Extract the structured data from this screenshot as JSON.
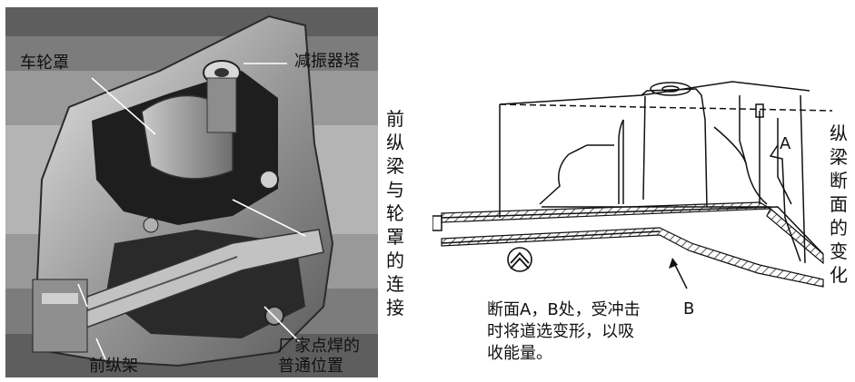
{
  "left_figure": {
    "labels": {
      "wheel_house": "车轮罩",
      "shock_tower": "减振器塔",
      "front_rail": "前纵架",
      "weld_points": [
        "厂家点焊的",
        "普通位置"
      ]
    },
    "side_caption": [
      "前",
      "纵",
      "梁",
      "与",
      "轮",
      "罩",
      "的",
      "连",
      "接"
    ]
  },
  "right_figure": {
    "label_a": "A",
    "label_b": "B",
    "caption_lines": [
      "断面A，B处，受冲击",
      "时将道选变形，以吸",
      "收能量。"
    ],
    "side_caption": [
      "纵",
      "梁",
      "断",
      "面",
      "的",
      "变",
      "化"
    ]
  }
}
